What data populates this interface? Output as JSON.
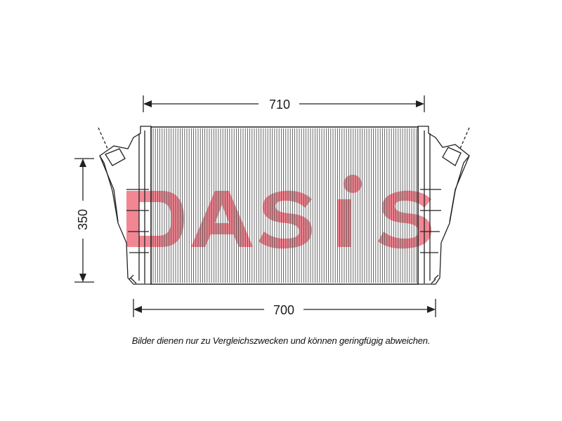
{
  "dimensions": {
    "top_width": "710",
    "bottom_width": "700",
    "height": "350"
  },
  "watermark": {
    "text": "DASIS",
    "color": "#e8243a"
  },
  "caption": "Bilder dienen nur zu Vergleichszwecken und können geringfügig abweichen."
}
